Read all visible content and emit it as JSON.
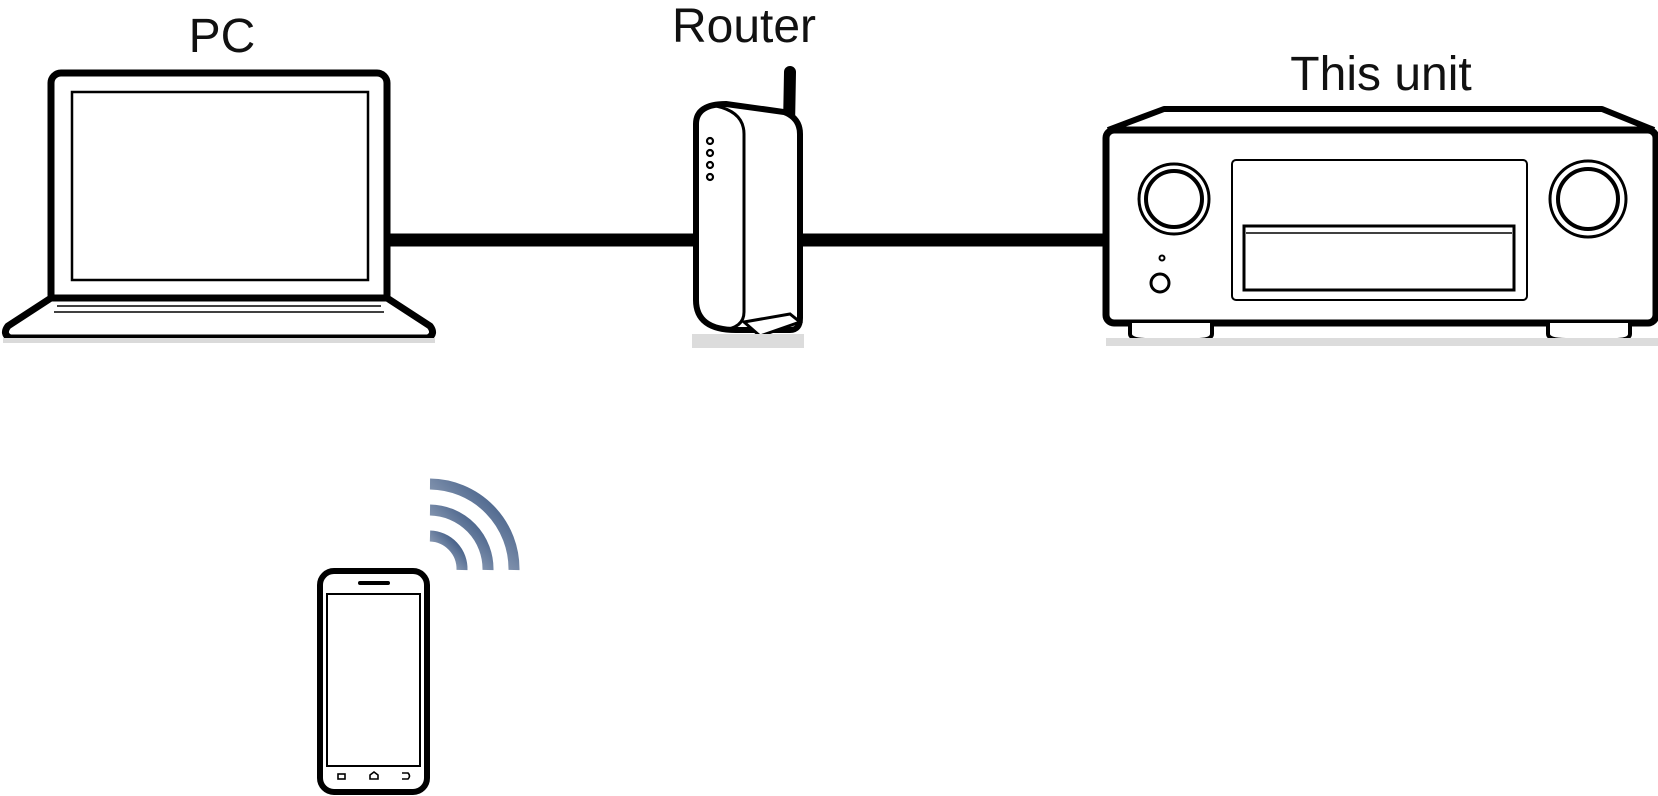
{
  "labels": {
    "pc": "PC",
    "router": "Router",
    "unit": "This unit"
  },
  "icons": {
    "pc": "laptop-icon",
    "router": "router-icon",
    "unit": "av-receiver-icon",
    "phone": "smartphone-icon",
    "wireless": "wifi-signal-icon"
  },
  "connections": [
    {
      "from": "pc",
      "to": "router",
      "kind": "wired"
    },
    {
      "from": "router",
      "to": "unit",
      "kind": "wired"
    },
    {
      "from": "phone",
      "to": "router",
      "kind": "wireless"
    }
  ],
  "colors": {
    "stroke": "#000000",
    "wireless": "#2c4a78",
    "shadow": "#d6d6d6"
  }
}
